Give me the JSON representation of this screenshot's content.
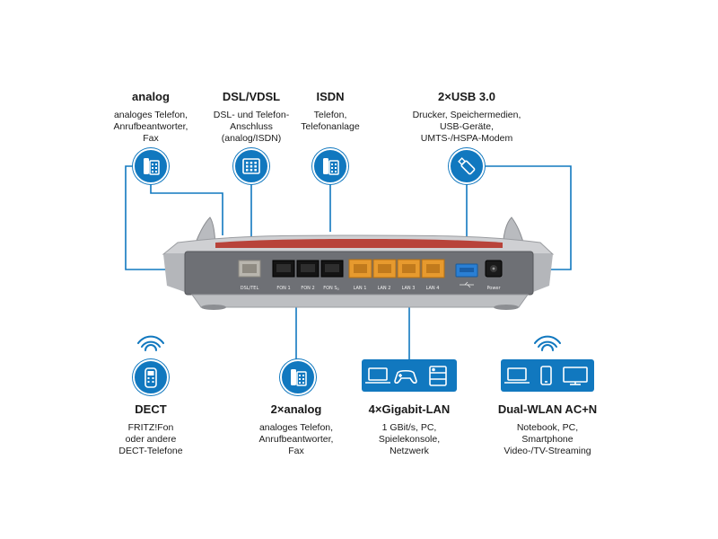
{
  "top": {
    "analog": {
      "title": "analog",
      "desc": [
        "analoges Telefon,",
        "Anrufbeantworter,",
        "Fax"
      ]
    },
    "dsl": {
      "title": "DSL/VDSL",
      "desc": [
        "DSL- und Telefon-",
        "Anschluss",
        "(analog/ISDN)"
      ]
    },
    "isdn": {
      "title": "ISDN",
      "desc": [
        "Telefon,",
        "Telefonanlage"
      ]
    },
    "usb": {
      "title": "2×USB 3.0",
      "desc": [
        "Drucker, Speichermedien,",
        "USB-Geräte,",
        "UMTS-/HSPA-Modem"
      ]
    }
  },
  "bottom": {
    "dect": {
      "title": "DECT",
      "desc": [
        "FRITZ!Fon",
        "oder andere",
        "DECT-Telefone"
      ]
    },
    "analog2": {
      "title": "2×analog",
      "desc": [
        "analoges Telefon,",
        "Anrufbeantworter,",
        "Fax"
      ]
    },
    "lan": {
      "title": "4×Gigabit-LAN",
      "desc": [
        "1 GBit/s, PC,",
        "Spielekonsole,",
        "Netzwerk"
      ]
    },
    "wlan": {
      "title": "Dual-WLAN AC+N",
      "desc": [
        "Notebook, PC,",
        "Smartphone",
        "Video-/TV-Streaming"
      ]
    }
  },
  "ports": {
    "dsl": "DSL/TEL",
    "fon1": "FON 1",
    "fon2": "FON 2",
    "fons0": "FON S",
    "fons0_sub": "0",
    "lan1": "LAN 1",
    "lan2": "LAN 2",
    "lan3": "LAN 3",
    "lan4": "LAN 4",
    "power": "Power"
  },
  "colors": {
    "accent": "#1178bf",
    "router_body": "#6e7075",
    "router_silver": "#c8c9cc",
    "router_red": "#c0392b",
    "lan_orange": "#e79a2e",
    "usb_blue": "#2a7fd4"
  },
  "icons": {
    "analog": "phone-icon",
    "dsl": "dsl-splitter-icon",
    "isdn": "phone-icon",
    "usb": "usb-stick-icon",
    "dect": "cordless-phone-icon",
    "analog2": "phone-icon",
    "lan": [
      "laptop-icon",
      "gamepad-icon",
      "server-icon"
    ],
    "wlan": [
      "laptop-icon",
      "smartphone-icon",
      "monitor-icon"
    ]
  }
}
